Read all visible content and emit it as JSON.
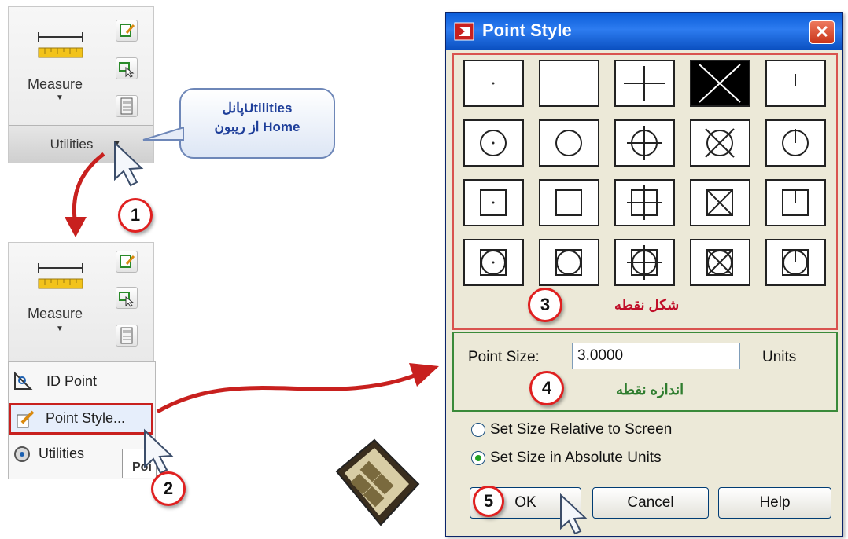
{
  "ribbon_top": {
    "measure_label": "Measure",
    "panel_label": "Utilities"
  },
  "ribbon_bottom": {
    "measure_label": "Measure"
  },
  "callout": {
    "line1": "پانلUtilities",
    "line2": "از ریبون Home"
  },
  "steps": [
    "1",
    "2",
    "3",
    "4",
    "5"
  ],
  "menu": {
    "items": [
      "ID Point",
      "Point Style...",
      "Utilities"
    ],
    "partial_text": "Poi"
  },
  "dialog": {
    "title": "Point Style",
    "close_glyph": "✕",
    "shape_caption": "شکل نقطه",
    "point_size_label": "Point Size:",
    "point_size_value": "3.0000",
    "units_label": "Units",
    "size_caption": "اندازه نقطه",
    "radio_options": [
      {
        "label": "Set Size Relative to Screen",
        "checked": false
      },
      {
        "label": "Set Size in Absolute Units",
        "checked": true
      }
    ],
    "buttons": {
      "ok": "OK",
      "cancel": "Cancel",
      "help": "Help"
    },
    "selected_style_index": 3
  },
  "icons": [
    "measure-icon",
    "edit-icon",
    "select-icon",
    "calculator-icon",
    "film-reel-icon",
    "mouse-cursor-icon"
  ],
  "colors": {
    "titlebar": "#0a5cd8",
    "styles_border": "#d9534f",
    "size_border": "#3a8a3a",
    "step_ring": "#e02020",
    "arrow": "#c8201e"
  }
}
